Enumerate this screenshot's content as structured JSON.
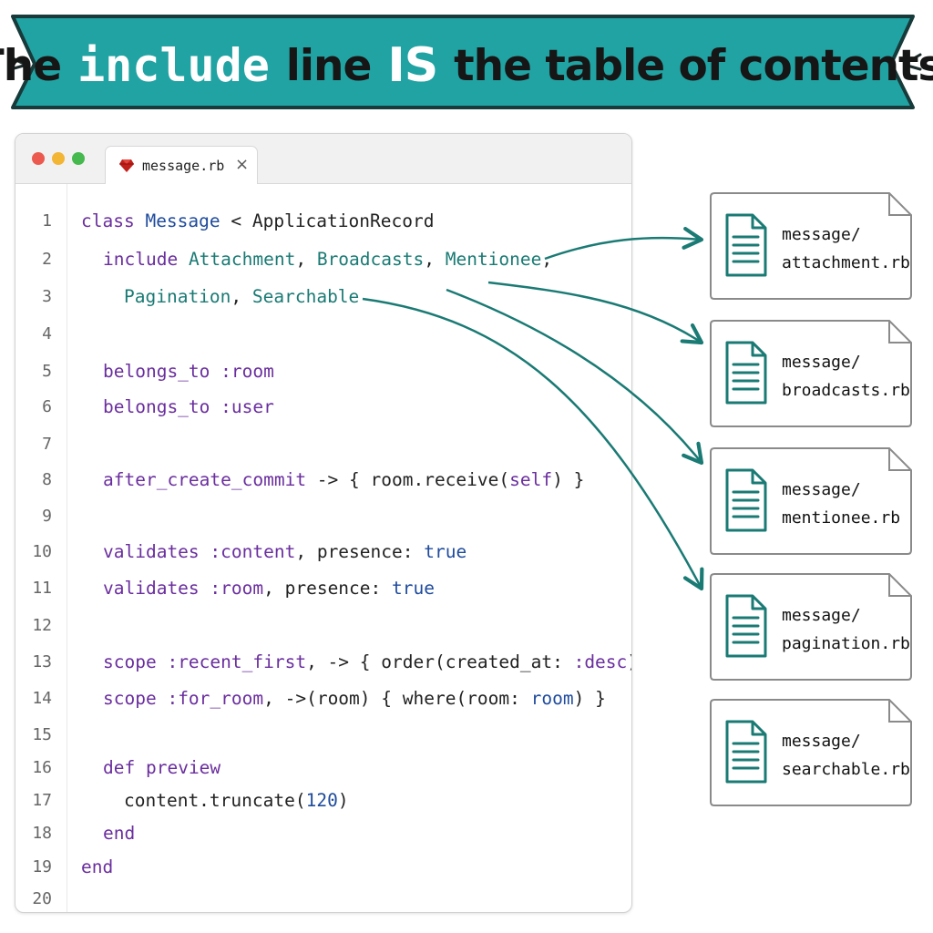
{
  "banner": {
    "part1": "The",
    "part2": "include",
    "part3": "line",
    "part4": "IS",
    "part5": "the table of contents.",
    "color": "#21a3a3"
  },
  "editor": {
    "tab_label": "message.rb",
    "close_glyph": "×",
    "lines": [
      {
        "n": "1",
        "indent": 0,
        "tokens": [
          [
            "kw",
            "class"
          ],
          [
            "txt",
            " "
          ],
          [
            "cls",
            "Message"
          ],
          [
            "txt",
            " < ApplicationRecord"
          ]
        ]
      },
      {
        "n": "2",
        "indent": 1,
        "tokens": [
          [
            "kw",
            "include"
          ],
          [
            "txt",
            " "
          ],
          [
            "mod",
            "Attachment"
          ],
          [
            "txt",
            ", "
          ],
          [
            "mod",
            "Broadcasts"
          ],
          [
            "txt",
            ", "
          ],
          [
            "mod",
            "Mentionee"
          ],
          [
            "txt",
            ","
          ]
        ]
      },
      {
        "n": "3",
        "indent": 2,
        "tokens": [
          [
            "mod",
            "Pagination"
          ],
          [
            "txt",
            ", "
          ],
          [
            "mod",
            "Searchable"
          ]
        ]
      },
      {
        "n": "4",
        "indent": 0,
        "tokens": []
      },
      {
        "n": "5",
        "indent": 1,
        "tokens": [
          [
            "kw",
            "belongs_to"
          ],
          [
            "txt",
            " "
          ],
          [
            "sym",
            ":room"
          ]
        ]
      },
      {
        "n": "6",
        "indent": 1,
        "tokens": [
          [
            "kw",
            "belongs_to"
          ],
          [
            "txt",
            " "
          ],
          [
            "sym",
            ":user"
          ]
        ]
      },
      {
        "n": "7",
        "indent": 0,
        "tokens": []
      },
      {
        "n": "8",
        "indent": 1,
        "tokens": [
          [
            "kw",
            "after_create_commit"
          ],
          [
            "txt",
            " -> { room.receive("
          ],
          [
            "kw",
            "self"
          ],
          [
            "txt",
            ") }"
          ]
        ]
      },
      {
        "n": "9",
        "indent": 0,
        "tokens": []
      },
      {
        "n": "10",
        "indent": 1,
        "tokens": [
          [
            "kw",
            "validates"
          ],
          [
            "txt",
            " "
          ],
          [
            "sym",
            ":content"
          ],
          [
            "txt",
            ", presence: "
          ],
          [
            "lit",
            "true"
          ]
        ]
      },
      {
        "n": "11",
        "indent": 1,
        "tokens": [
          [
            "kw",
            "validates"
          ],
          [
            "txt",
            " "
          ],
          [
            "sym",
            ":room"
          ],
          [
            "txt",
            ", presence: "
          ],
          [
            "lit",
            "true"
          ]
        ]
      },
      {
        "n": "12",
        "indent": 0,
        "tokens": []
      },
      {
        "n": "13",
        "indent": 1,
        "tokens": [
          [
            "kw",
            "scope"
          ],
          [
            "txt",
            " "
          ],
          [
            "sym",
            ":recent_first"
          ],
          [
            "txt",
            ", -> { order(created_at: "
          ],
          [
            "sym",
            ":desc"
          ],
          [
            "txt",
            ") }"
          ]
        ]
      },
      {
        "n": "14",
        "indent": 1,
        "tokens": [
          [
            "kw",
            "scope"
          ],
          [
            "txt",
            " "
          ],
          [
            "sym",
            ":for_room"
          ],
          [
            "txt",
            ", ->(room) { where(room: "
          ],
          [
            "lit",
            "room"
          ],
          [
            "txt",
            ") }"
          ]
        ]
      },
      {
        "n": "15",
        "indent": 0,
        "tokens": []
      },
      {
        "n": "16",
        "indent": 1,
        "tokens": [
          [
            "kw",
            "def"
          ],
          [
            "txt",
            " "
          ],
          [
            "kw",
            "preview"
          ]
        ]
      },
      {
        "n": "17",
        "indent": 2,
        "tokens": [
          [
            "txt",
            "content.truncate("
          ],
          [
            "lit",
            "120"
          ],
          [
            "txt",
            ")"
          ]
        ]
      },
      {
        "n": "18",
        "indent": 1,
        "tokens": [
          [
            "kw",
            "end"
          ]
        ]
      },
      {
        "n": "19",
        "indent": 0,
        "tokens": [
          [
            "kw",
            "end"
          ]
        ]
      },
      {
        "n": "20",
        "indent": 0,
        "tokens": []
      }
    ]
  },
  "files": [
    {
      "dir": "message/",
      "name": "attachment.rb"
    },
    {
      "dir": "message/",
      "name": "broadcasts.rb"
    },
    {
      "dir": "message/",
      "name": "mentionee.rb"
    },
    {
      "dir": "message/",
      "name": "pagination.rb"
    },
    {
      "dir": "message/",
      "name": "searchable.rb"
    }
  ],
  "colors": {
    "teal": "#1a7a74",
    "keyword": "#6a2e9e",
    "class": "#1f4b9c"
  }
}
